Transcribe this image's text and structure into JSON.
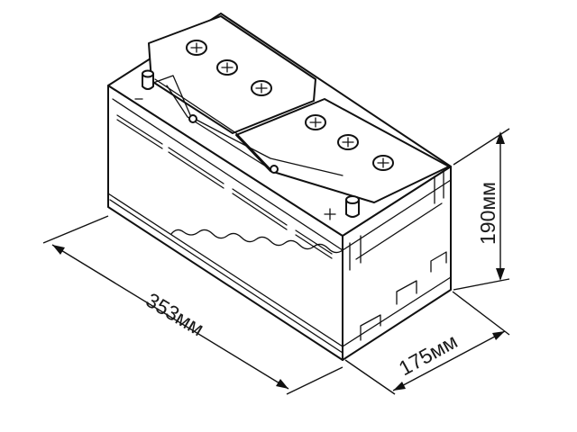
{
  "dimensions": {
    "length_label": "353мм",
    "width_label": "175мм",
    "height_label": "190мм"
  }
}
